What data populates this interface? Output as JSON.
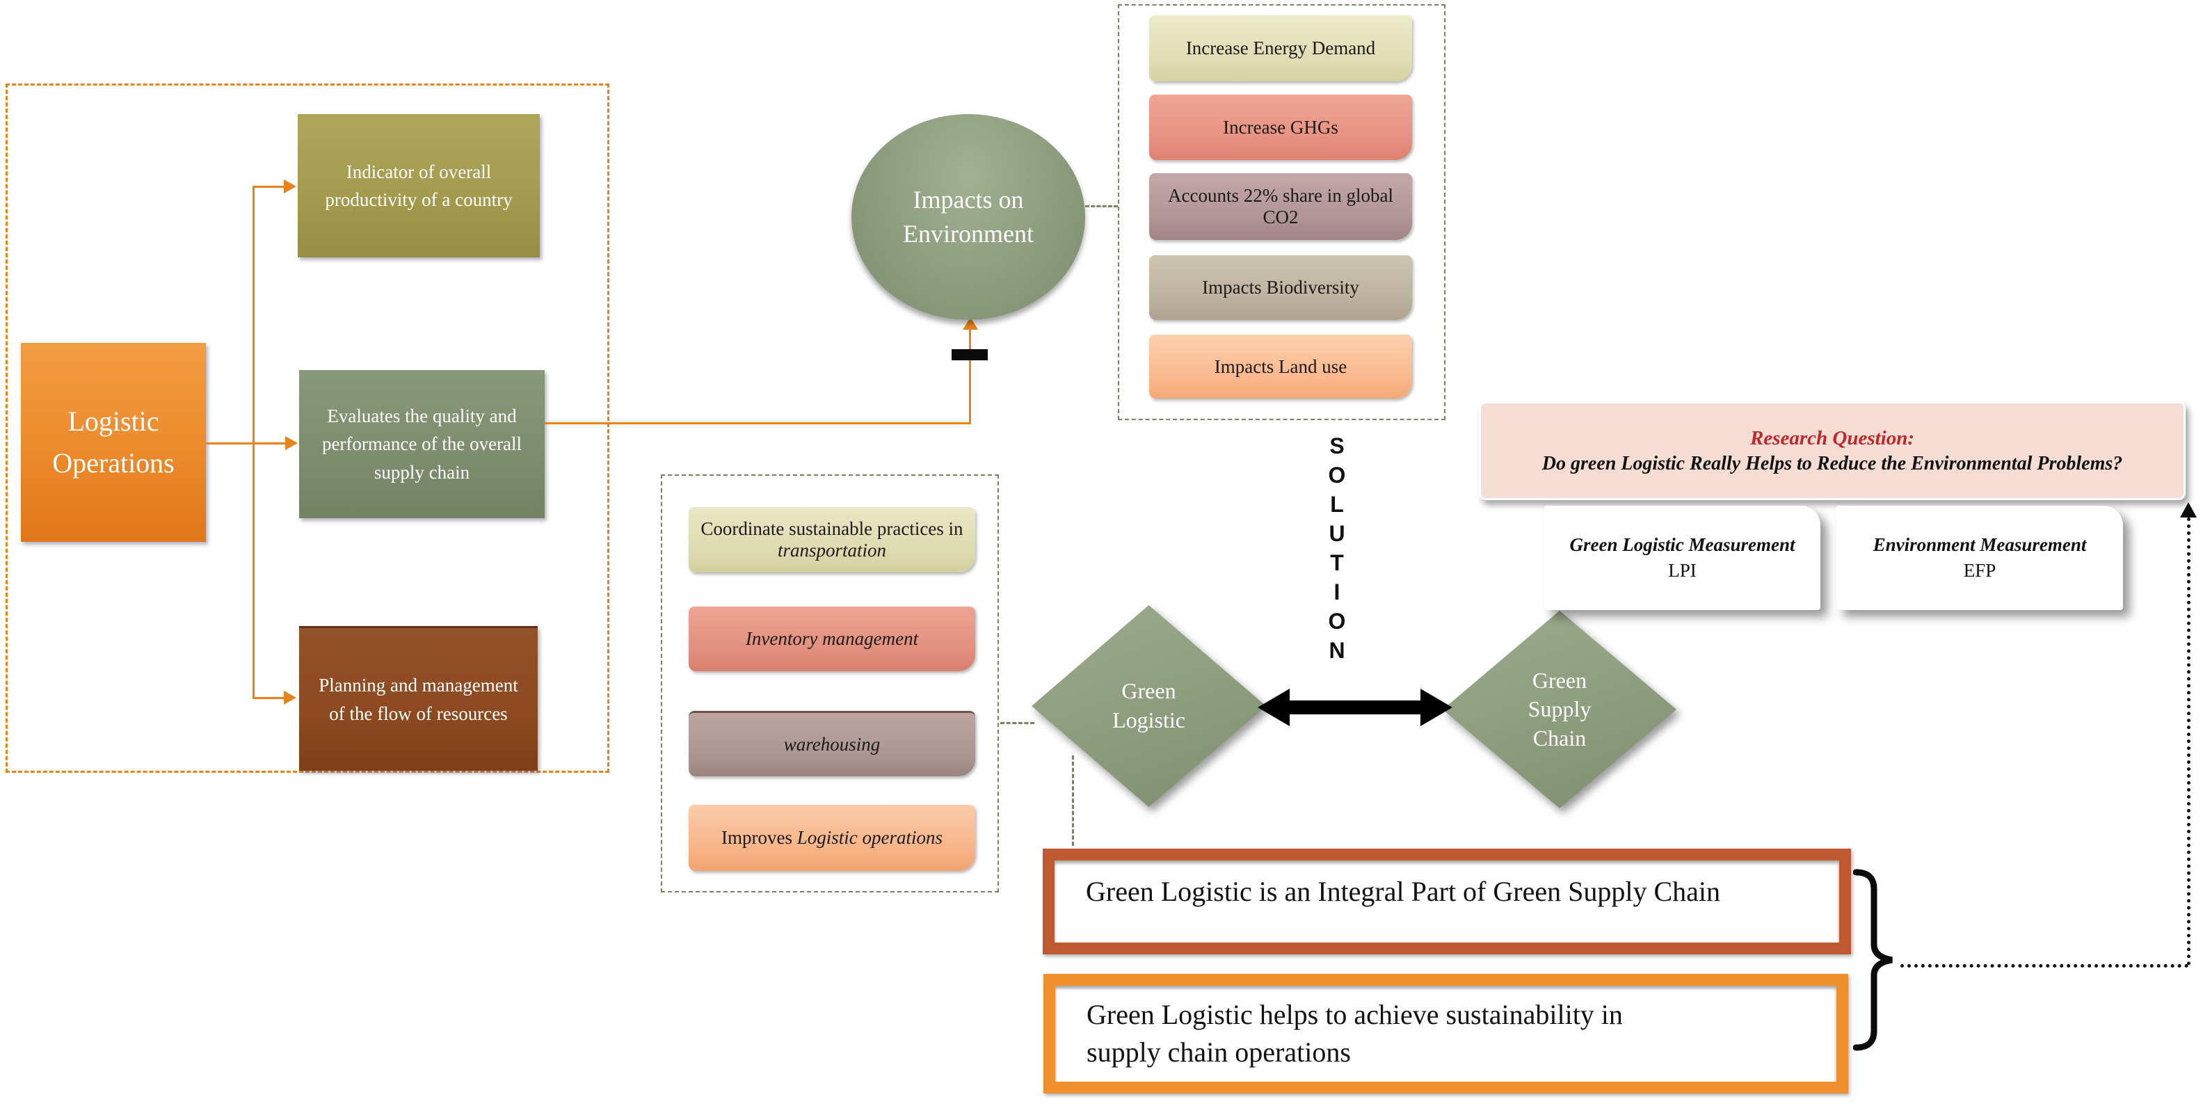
{
  "colors": {
    "accent_orange": "#e8831c",
    "box_orange_gradient_top": "#f59d45",
    "box_orange_gradient_bottom": "#e0761a",
    "olive": "#a49a4e",
    "sage_green": "#8d9c7d",
    "rust_brown": "#8d4a21",
    "khaki_chip": "#dfddb3",
    "salmon_chip": "#e79182",
    "mauve_chip": "#b29597",
    "tan_chip": "#bdb39f",
    "peach_chip": "#fab98e",
    "research_pink": "#f5ddd3",
    "research_title_red": "#c0272d",
    "frame1_border": "#bf5a30",
    "frame2_border": "#f0902f",
    "dashed_green": "#74845e",
    "black": "#111111"
  },
  "logistics": {
    "title": "Logistic Operations",
    "branches": [
      "Indicator of overall productivity of a country",
      "Evaluates the quality and performance  of the overall supply chain",
      "Planning  and management  of the flow of resources"
    ]
  },
  "environment": {
    "circle": "Impacts on Environment",
    "impacts": [
      "Increase  Energy  Demand",
      "Increase  GHGs",
      "Accounts  22% share in global CO2",
      "Impacts  Biodiversity",
      "Impacts  Land  use"
    ]
  },
  "solution": {
    "letters": [
      "S",
      "O",
      "L",
      "U",
      "T",
      "I",
      "O",
      "N"
    ]
  },
  "practices": {
    "items": [
      {
        "pre": "Coordinate  sustainable  practices in ",
        "italic": "transportation"
      },
      {
        "pre": "",
        "italic": "Inventory management"
      },
      {
        "pre": "",
        "italic": "warehousing"
      },
      {
        "pre": "Improves ",
        "italic": "Logistic operations"
      }
    ]
  },
  "diamonds": {
    "left": "Green Logistic",
    "right": "Green Supply Chain"
  },
  "research": {
    "title": "Research Question:",
    "question": "Do green Logistic Really Helps to Reduce the Environmental Problems?"
  },
  "measurements": [
    {
      "title": "Green Logistic Measurement",
      "code": "LPI"
    },
    {
      "title": "Environment Measurement",
      "code": "EFP"
    }
  ],
  "statements": [
    "Green Logistic is an Integral Part of Green Supply Chain",
    "Green Logistic helps to achieve sustainability in supply chain operations"
  ]
}
